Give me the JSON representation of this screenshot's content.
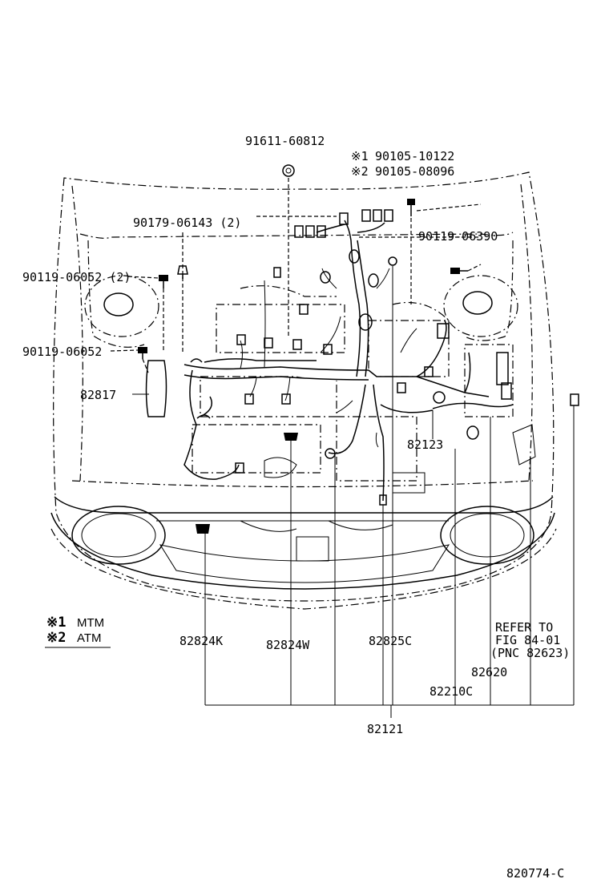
{
  "labels": {
    "p91611": "91611-60812",
    "note1_part": "90105-10122",
    "note2_part": "90105-08096",
    "p90179": "90179-06143 (2)",
    "p90119_06390": "90119-06390",
    "p90119_06052_2": "90119-06052 (2)",
    "p90119_06052": "90119-06052",
    "p82817": "82817",
    "p82123": "82123",
    "p82824k": "82824K",
    "p82824w": "82824W",
    "p82825c": "82825C",
    "refer_line1": "REFER TO",
    "refer_line2": "FIG 84-01",
    "refer_line3": "(PNC 82623)",
    "p82620": "82620",
    "p82210c": "82210C",
    "p82121": "82121",
    "figure_id": "820774-C"
  },
  "legend": {
    "mark1": "※1",
    "mark1_text": "MTM",
    "mark2": "※2",
    "mark2_text": "ATM"
  }
}
